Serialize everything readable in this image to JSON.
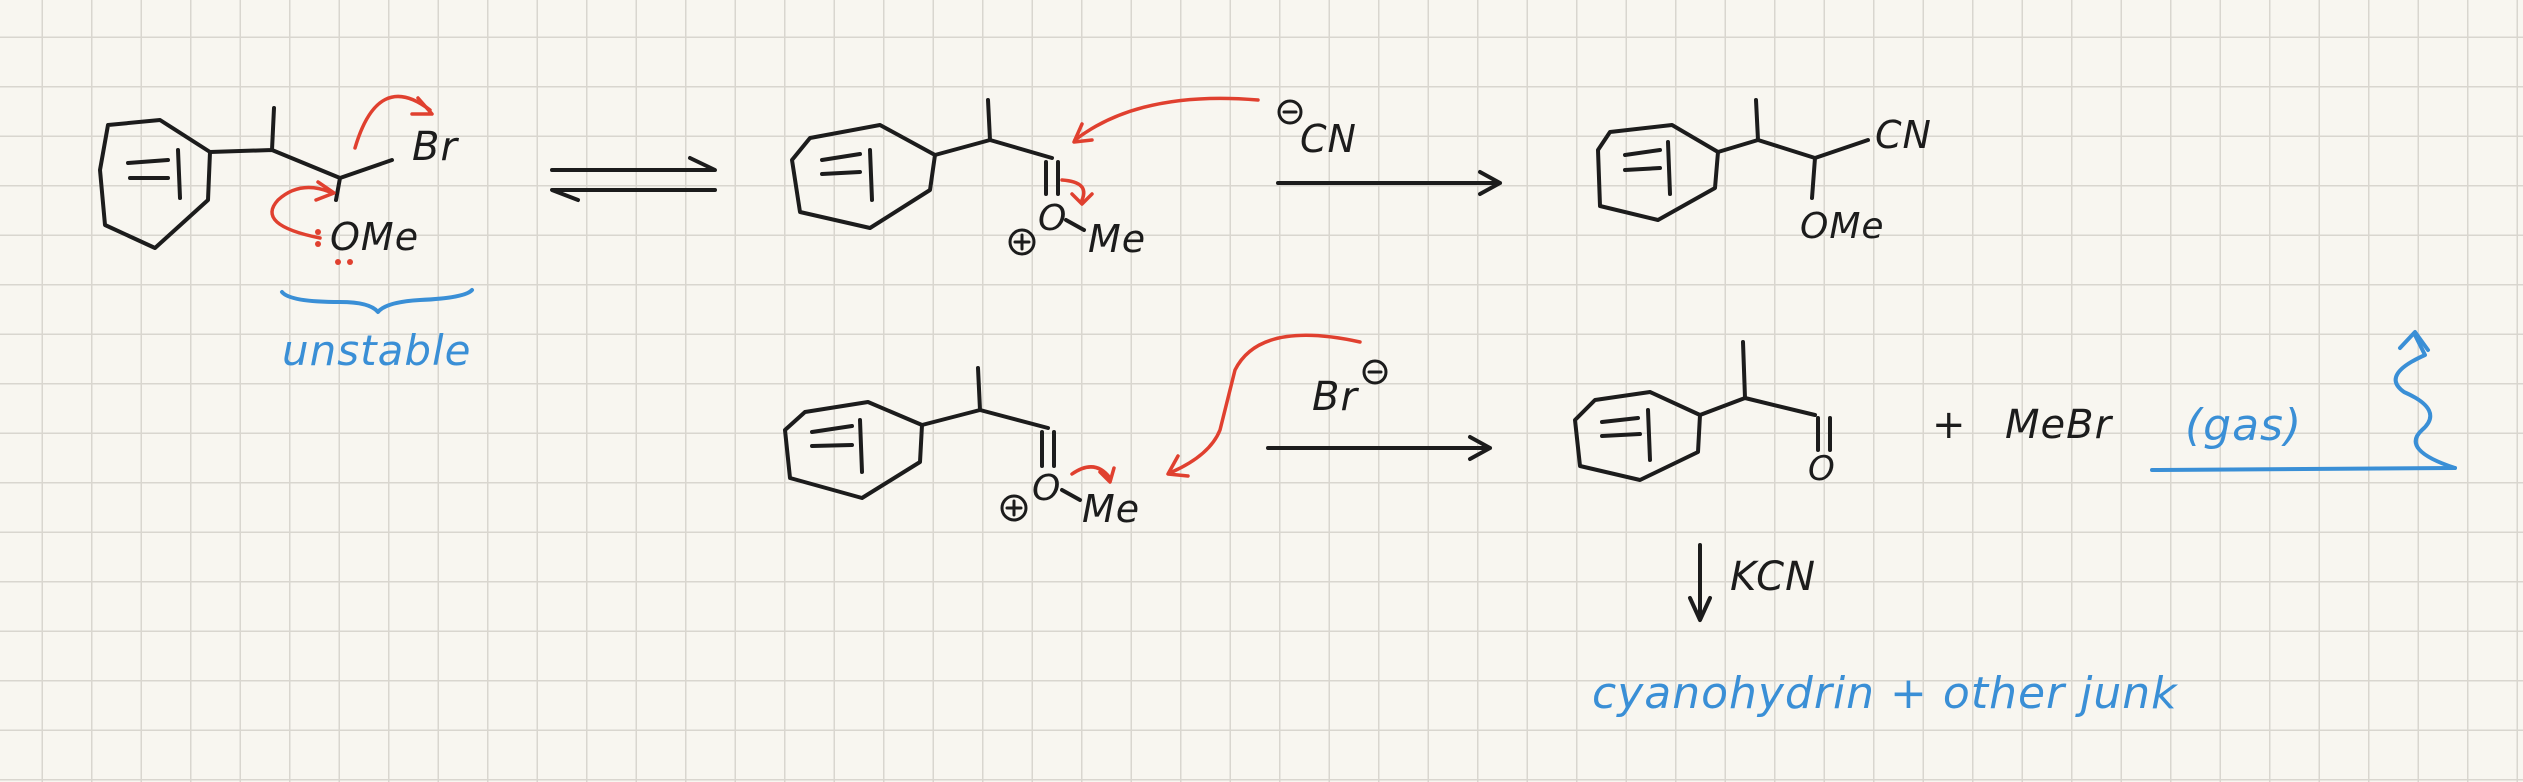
{
  "reaction_1": {
    "leaving_group": "Br",
    "substituent": "OMe",
    "annotation": "unstable",
    "oxocarbenium_substituent": "Me",
    "nucleophile": "CN",
    "product_substituent_1": "CN",
    "product_substituent_2": "OMe"
  },
  "reaction_2": {
    "nucleophile": "Br",
    "oxocarbenium_substituent": "Me",
    "carbonyl_oxygen": "O",
    "byproduct_plus": "+",
    "byproduct": "MeBr",
    "byproduct_state": "(gas)",
    "reagent": "KCN",
    "outcome": "cyanohydrin + other junk"
  },
  "colors": {
    "ink": "#1c1c1c",
    "arrow_pushing": "#e0402f",
    "annotation": "#3a8fd6",
    "paper": "#f8f6f0",
    "grid": "#d9d6cf"
  }
}
